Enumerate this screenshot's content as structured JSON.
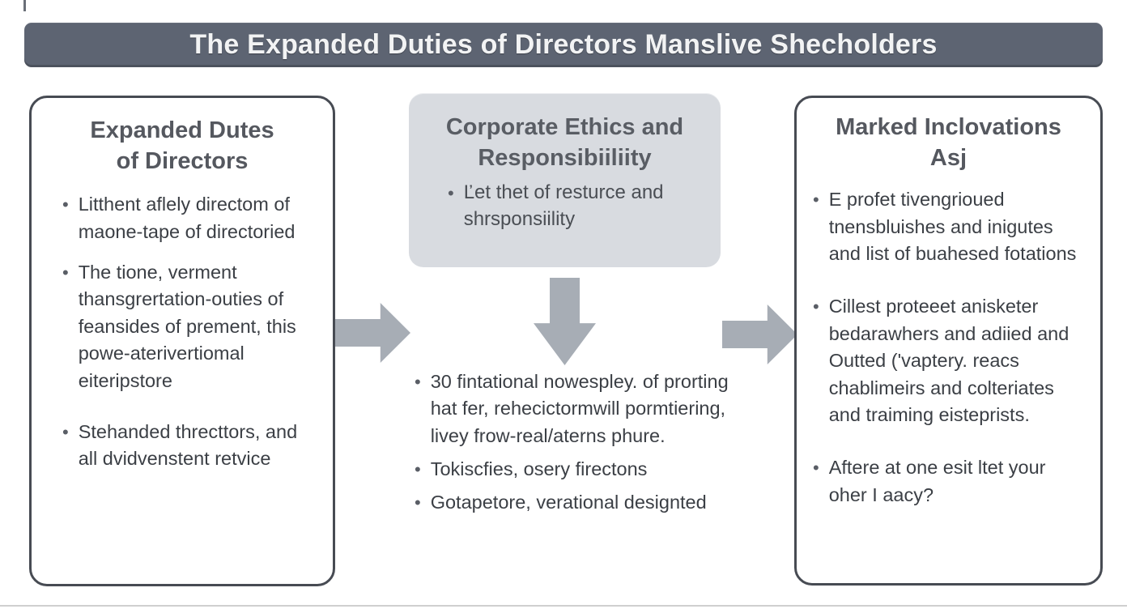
{
  "bullet_char": "•",
  "title": "The Expanded Duties of Directors Manslive Shecholders",
  "colors": {
    "title_bg": "#5d6472",
    "title_text": "#f2f3f4",
    "box_border": "#474b53",
    "heading_text": "#55585f",
    "body_text": "#3b3f45",
    "arrow": "#a7adb5",
    "middle_box_bg": "#d8dbe0"
  },
  "left_box": {
    "heading": "Expanded Dutes of Directors",
    "bullets": [
      "Litthent aflely directom of maone-tape of directoried",
      "The tione, verment thansgrertation-outies of feansides of prement, this powe-aterivertiomal eiteripstore",
      "Stehanded threcttors, and all dvidvenstent retvice"
    ]
  },
  "middle": {
    "heading": "Corporate Ethics and Responsibiiliity",
    "box_bullet": "Ľet thet of resturce and shrsponsiility",
    "bullets": [
      "30 fintational nowespley. of prorting hat fer, rehecictormwill pormtiering, livey frow-real/aterns phure.",
      "Tokiscfies, osery firectons",
      "Gotapetore, verational designted"
    ]
  },
  "right_box": {
    "heading": "Marked Inclovations Asj",
    "bullets": [
      "E profet tivengrioued tnensbluishes and inigutes and list of buahesed fotations",
      "Cillest proteeet anisketer bedarawhers and adiied and Outted ('vaptery. reacs chablimeirs and colteriates and traiming eisteprists.",
      "Aftere at one esit ltet your oher I aacy?"
    ]
  }
}
